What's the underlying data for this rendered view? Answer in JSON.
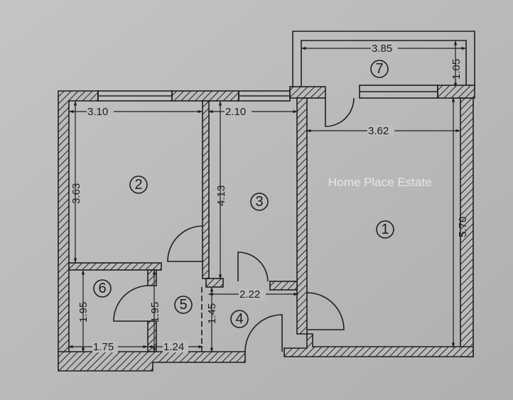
{
  "watermark": "Home Place Estate",
  "rooms": [
    {
      "number": "1"
    },
    {
      "number": "2"
    },
    {
      "number": "3"
    },
    {
      "number": "4"
    },
    {
      "number": "5"
    },
    {
      "number": "6"
    },
    {
      "number": "7"
    }
  ],
  "dimensions": {
    "room2_width": "3.10",
    "room2_height": "3.63",
    "room3_width": "2.10",
    "room3_height": "4.13",
    "room1_width": "3.62",
    "room1_height": "5.70",
    "balcony_width": "3.85",
    "balcony_depth": "1.05",
    "hall_width": "2.22",
    "hall_height": "1.45",
    "room6_height": "1.95",
    "room5_height": "1.95",
    "room6_width": "1.75",
    "room5_width": "1.24"
  },
  "colors": {
    "paper": "#b9bbba",
    "lines": "#1e1e1e"
  }
}
